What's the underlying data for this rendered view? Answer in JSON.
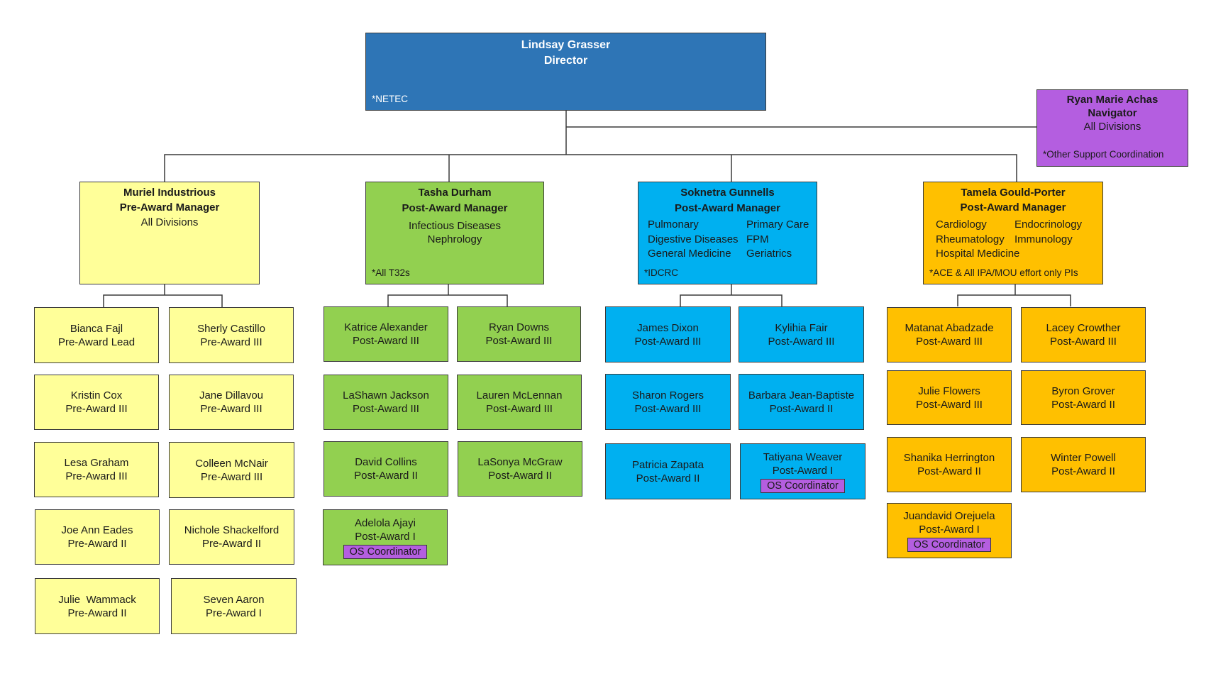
{
  "director": {
    "name": "Lindsay Grasser",
    "title": "Director",
    "note": "*NETEC"
  },
  "navigator": {
    "name": "Ryan Marie Achas",
    "title": "Navigator",
    "scope": "All Divisions",
    "note": "*Other Support Coordination"
  },
  "managers": {
    "pre": {
      "name": "Muriel Industrious",
      "title": "Pre-Award Manager",
      "scope": "All Divisions"
    },
    "durham": {
      "name": "Tasha Durham",
      "title": "Post-Award Manager",
      "divisions": [
        "Infectious Diseases",
        "Nephrology"
      ],
      "note": "*All T32s"
    },
    "gunnells": {
      "name": "Soknetra Gunnells",
      "title": "Post-Award Manager",
      "col1": [
        "Pulmonary",
        "Digestive Diseases",
        "General Medicine"
      ],
      "col2": [
        "Primary Care",
        "FPM",
        "Geriatrics"
      ],
      "note": "*IDCRC"
    },
    "gould": {
      "name": "Tamela Gould-Porter",
      "title": "Post-Award Manager",
      "col1": [
        "Cardiology",
        "Rheumatology",
        "Hospital Medicine"
      ],
      "col2": [
        "Endocrinology",
        "Immunology"
      ],
      "note": "*ACE & All IPA/MOU effort only PIs"
    }
  },
  "staff": {
    "pre": [
      {
        "name": "Bianca Fajl",
        "role": "Pre-Award Lead"
      },
      {
        "name": "Sherly Castillo",
        "role": "Pre-Award III"
      },
      {
        "name": "Kristin Cox",
        "role": "Pre-Award III"
      },
      {
        "name": "Jane Dillavou",
        "role": "Pre-Award III"
      },
      {
        "name": "Lesa Graham",
        "role": "Pre-Award III"
      },
      {
        "name": "Colleen McNair",
        "role": "Pre-Award III"
      },
      {
        "name": "Joe Ann Eades",
        "role": "Pre-Award II"
      },
      {
        "name": "Nichole Shackelford",
        "role": "Pre-Award II"
      },
      {
        "name": "Julie  Wammack",
        "role": "Pre-Award II"
      },
      {
        "name": "Seven Aaron",
        "role": "Pre-Award I"
      }
    ],
    "durham": [
      {
        "name": "Katrice Alexander",
        "role": "Post-Award III"
      },
      {
        "name": "Ryan Downs",
        "role": "Post-Award III"
      },
      {
        "name": "LaShawn Jackson",
        "role": "Post-Award III"
      },
      {
        "name": "Lauren McLennan",
        "role": "Post-Award III"
      },
      {
        "name": "David Collins",
        "role": "Post-Award II"
      },
      {
        "name": "LaSonya McGraw",
        "role": "Post-Award II"
      },
      {
        "name": "Adelola Ajayi",
        "role": "Post-Award I",
        "tag": "OS Coordinator"
      }
    ],
    "gunnells": [
      {
        "name": "James Dixon",
        "role": "Post-Award III"
      },
      {
        "name": "Kylihia Fair",
        "role": "Post-Award III"
      },
      {
        "name": "Sharon Rogers",
        "role": "Post-Award III"
      },
      {
        "name": "Barbara Jean-Baptiste",
        "role": "Post-Award II"
      },
      {
        "name": "Patricia Zapata",
        "role": "Post-Award II"
      },
      {
        "name": "Tatiyana Weaver",
        "role": "Post-Award I",
        "tag": "OS Coordinator"
      }
    ],
    "gould": [
      {
        "name": "Matanat Abadzade",
        "role": "Post-Award III"
      },
      {
        "name": "Lacey Crowther",
        "role": "Post-Award III"
      },
      {
        "name": "Julie Flowers",
        "role": "Post-Award III"
      },
      {
        "name": "Byron Grover",
        "role": "Post-Award II"
      },
      {
        "name": "Shanika Herrington",
        "role": "Post-Award II"
      },
      {
        "name": "Winter Powell",
        "role": "Post-Award II"
      },
      {
        "name": "Juandavid Orejuela",
        "role": "Post-Award I",
        "tag": "OS Coordinator"
      }
    ]
  },
  "colors": {
    "director": "#2e75b6",
    "navigator": "#b45ee0",
    "pre_award": "#ffff99",
    "durham_team": "#92d050",
    "gunnells_team": "#00b0f0",
    "gould_team": "#ffc000"
  }
}
